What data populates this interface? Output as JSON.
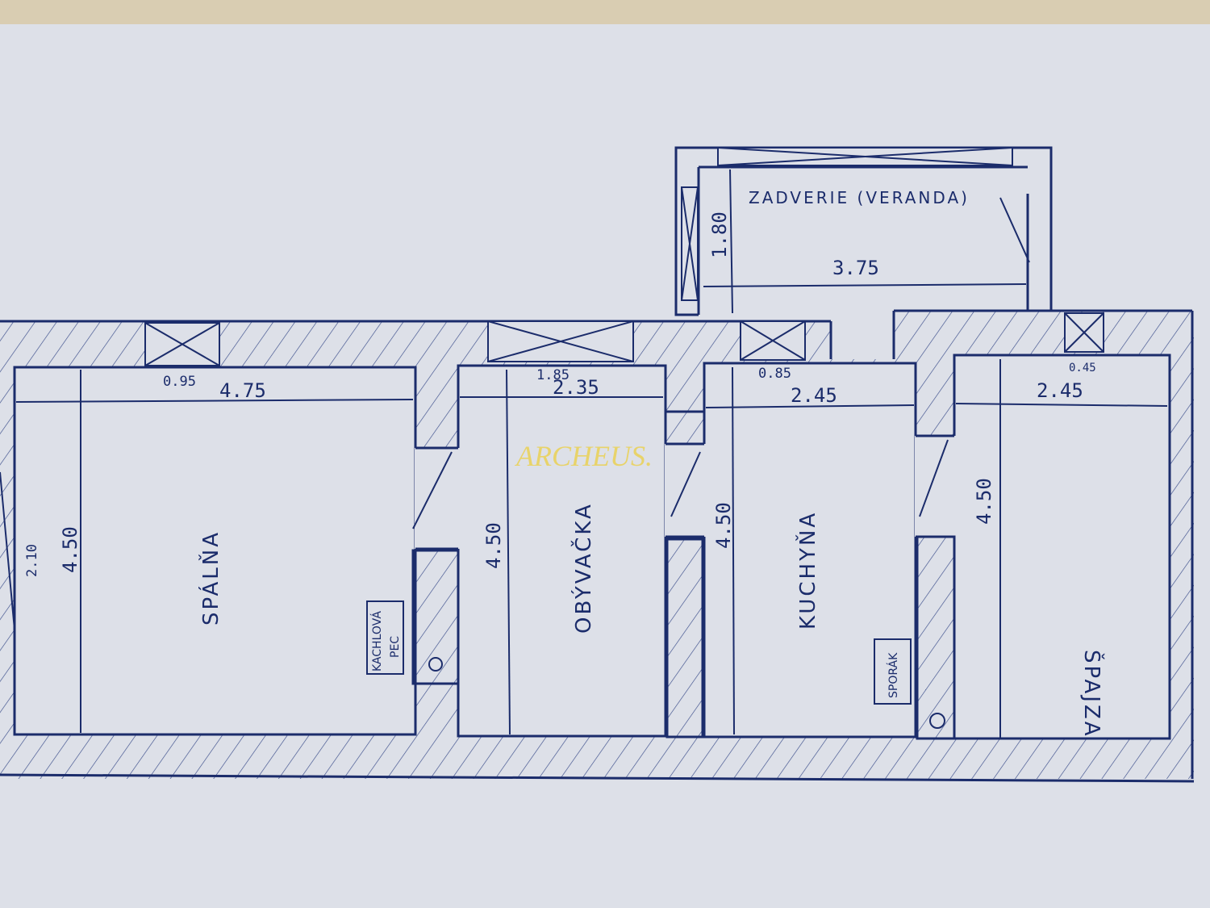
{
  "rooms": {
    "bedroom": "SPÁLŇA",
    "living_room": "OBÝVAČKA",
    "kitchen": "KUCHYŇA",
    "pantry": "ŠPAJZA",
    "porch": "ZADVERIE (VERANDA)"
  },
  "fixtures": {
    "stove_tile_line1": "KACHLOVÁ",
    "stove_tile_line2": "PEC",
    "cooker": "SPORÁK"
  },
  "dimensions": {
    "bedroom_window": "0.95",
    "bedroom_width": "4.75",
    "bedroom_depth": "4.50",
    "bedroom_side": "2.10",
    "living_window": "1.85",
    "living_width": "2.35",
    "living_depth": "4.50",
    "kitchen_window": "0.85",
    "kitchen_width": "2.45",
    "kitchen_depth": "4.50",
    "pantry_window": "0.45",
    "pantry_width": "2.45",
    "pantry_depth": "4.50",
    "porch_depth": "1.80",
    "porch_width": "3.75"
  },
  "watermark": "ARCHEUS."
}
